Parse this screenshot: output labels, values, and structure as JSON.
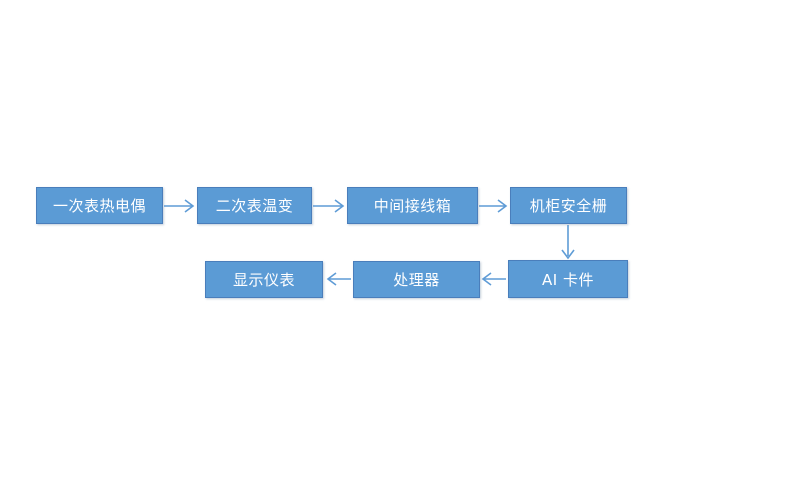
{
  "diagram": {
    "type": "flowchart",
    "colors": {
      "background": "#ffffff",
      "node_fill": "#5b9bd5",
      "node_border": "#4a7ebb",
      "node_text": "#ffffff",
      "arrow": "#5f9cd6"
    },
    "nodes": [
      {
        "id": "primary-thermocouple",
        "label": "一次表热电偶"
      },
      {
        "id": "secondary-temperature-transmitter",
        "label": "二次表温变"
      },
      {
        "id": "intermediate-junction-box",
        "label": "中间接线箱"
      },
      {
        "id": "cabinet-safety-barrier",
        "label": "机柜安全栅"
      },
      {
        "id": "ai-card",
        "label": "AI 卡件"
      },
      {
        "id": "processor",
        "label": "处理器"
      },
      {
        "id": "display-instrument",
        "label": "显示仪表"
      }
    ],
    "edges": [
      {
        "from": "一次表热电偶",
        "to": "二次表温变",
        "direction": "right"
      },
      {
        "from": "二次表温变",
        "to": "中间接线箱",
        "direction": "right"
      },
      {
        "from": "中间接线箱",
        "to": "机柜安全栅",
        "direction": "right"
      },
      {
        "from": "机柜安全栅",
        "to": "AI 卡件",
        "direction": "down"
      },
      {
        "from": "AI 卡件",
        "to": "处理器",
        "direction": "left"
      },
      {
        "from": "处理器",
        "to": "显示仪表",
        "direction": "left"
      }
    ]
  }
}
